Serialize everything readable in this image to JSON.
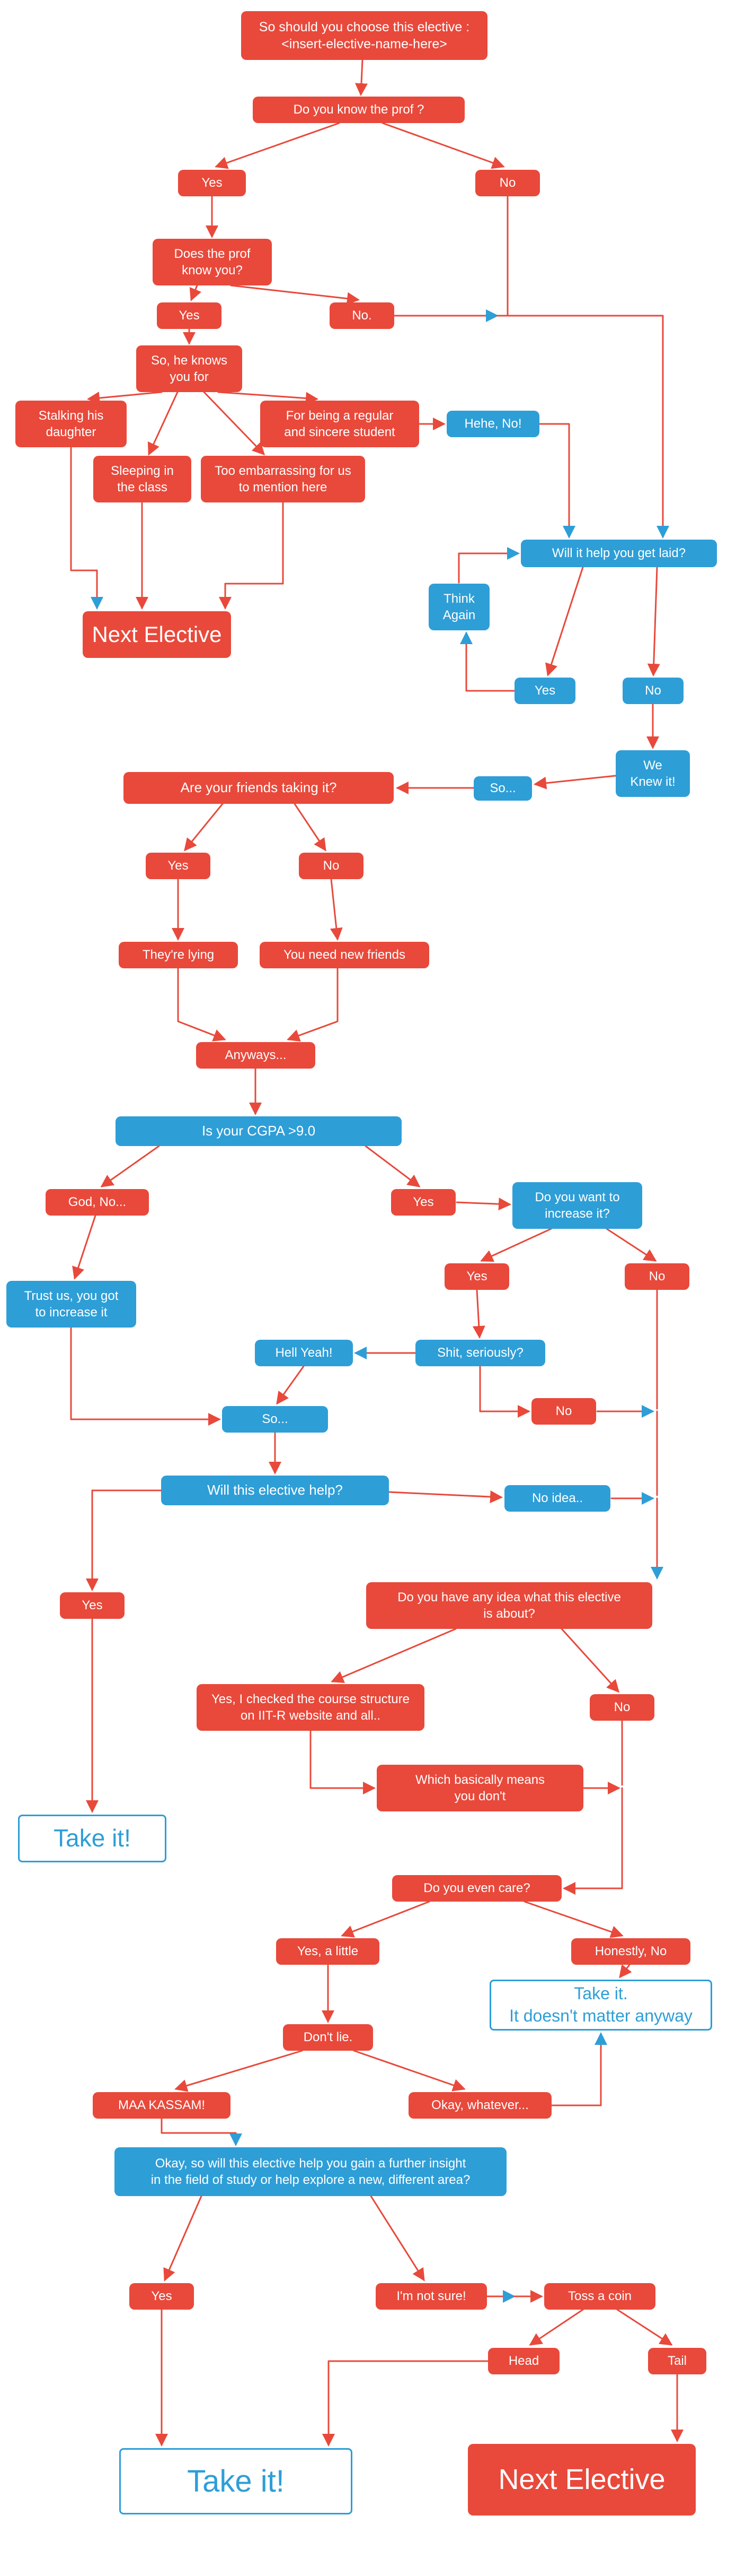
{
  "colors": {
    "red": "#e8493b",
    "blue": "#2e9ed7"
  },
  "nodes": {
    "title": {
      "label": "So should you choose this elective :\n<insert-elective-name-here>"
    },
    "know_prof": {
      "label": "Do you know the prof ?"
    },
    "yes1": {
      "label": "Yes"
    },
    "no1": {
      "label": "No"
    },
    "prof_know_you": {
      "label": "Does the prof\nknow you?"
    },
    "yes2": {
      "label": "Yes"
    },
    "no2": {
      "label": "No."
    },
    "knows_you_for": {
      "label": "So, he knows\nyou for"
    },
    "stalking": {
      "label": "Stalking his\ndaughter"
    },
    "regular": {
      "label": "For being a regular\nand sincere student"
    },
    "hehe_no": {
      "label": "Hehe, No!"
    },
    "sleeping": {
      "label": "Sleeping in\nthe class"
    },
    "embarrassing": {
      "label": "Too embarrassing for us\nto mention here"
    },
    "get_laid": {
      "label": "Will it help you get laid?"
    },
    "think_again": {
      "label": "Think\nAgain"
    },
    "next_elective_1": {
      "label": "Next Elective"
    },
    "yes_blue1": {
      "label": "Yes"
    },
    "no_blue1": {
      "label": "No"
    },
    "we_knew_it": {
      "label": "We\nKnew it!"
    },
    "so1": {
      "label": "So..."
    },
    "friends_taking": {
      "label": "Are your friends taking it?"
    },
    "yes3": {
      "label": "Yes"
    },
    "no3": {
      "label": "No"
    },
    "theyre_lying": {
      "label": "They're lying"
    },
    "new_friends": {
      "label": "You need new friends"
    },
    "anyways": {
      "label": "Anyways..."
    },
    "cgpa": {
      "label": "Is your CGPA >9.0"
    },
    "god_no": {
      "label": "God, No..."
    },
    "yes4": {
      "label": "Yes"
    },
    "increase_q": {
      "label": "Do you want to\nincrease it?"
    },
    "trust_us": {
      "label": "Trust us, you got\nto increase it"
    },
    "yes5": {
      "label": "Yes"
    },
    "no4": {
      "label": "No"
    },
    "hell_yeah": {
      "label": "Hell Yeah!"
    },
    "shit_seriously": {
      "label": "Shit, seriously?"
    },
    "no5": {
      "label": "No"
    },
    "so2": {
      "label": "So..."
    },
    "elective_help": {
      "label": "Will this elective help?"
    },
    "no_idea": {
      "label": "No idea.."
    },
    "yes6": {
      "label": "Yes"
    },
    "any_idea": {
      "label": "Do you have any idea what this elective\nis about?"
    },
    "checked": {
      "label": "Yes, I checked the course structure\non IIT-R website and all.."
    },
    "no6": {
      "label": "No"
    },
    "basically": {
      "label": "Which basically means\nyou don't"
    },
    "take_it_1": {
      "label": "Take it!"
    },
    "even_care": {
      "label": "Do you even care?"
    },
    "yes_little": {
      "label": "Yes, a little"
    },
    "honestly_no": {
      "label": "Honestly, No"
    },
    "dont_lie": {
      "label": "Don't lie."
    },
    "take_it_2": {
      "label": "Take it.\nIt doesn't matter anyway"
    },
    "maa_kassam": {
      "label": "MAA KASSAM!"
    },
    "okay_whatever": {
      "label": "Okay, whatever..."
    },
    "big_q": {
      "label": "Okay, so will this elective help you gain a further insight\nin the field of study or help explore a new, different area?"
    },
    "yes7": {
      "label": "Yes"
    },
    "not_sure": {
      "label": "I'm not sure!"
    },
    "toss_coin": {
      "label": "Toss a coin"
    },
    "head": {
      "label": "Head"
    },
    "tail": {
      "label": "Tail"
    },
    "take_it_3": {
      "label": "Take it!"
    },
    "next_elective_2": {
      "label": "Next Elective"
    }
  },
  "edges": [
    {
      "from": "title",
      "to": "know_prof"
    },
    {
      "from": "know_prof",
      "to": "yes1"
    },
    {
      "from": "know_prof",
      "to": "no1"
    },
    {
      "from": "yes1",
      "to": "prof_know_you"
    },
    {
      "from": "prof_know_you",
      "to": "yes2"
    },
    {
      "from": "prof_know_you",
      "to": "no2"
    },
    {
      "from": "yes2",
      "to": "knows_you_for"
    },
    {
      "from": "knows_you_for",
      "to": "stalking"
    },
    {
      "from": "knows_you_for",
      "to": "sleeping"
    },
    {
      "from": "knows_you_for",
      "to": "embarrassing"
    },
    {
      "from": "knows_you_for",
      "to": "regular"
    },
    {
      "from": "regular",
      "to": "hehe_no"
    },
    {
      "from": "hehe_no",
      "to": "get_laid"
    },
    {
      "from": "no1",
      "to": "get_laid"
    },
    {
      "from": "no2",
      "to": "get_laid"
    },
    {
      "from": "stalking",
      "to": "next_elective_1"
    },
    {
      "from": "sleeping",
      "to": "next_elective_1"
    },
    {
      "from": "embarrassing",
      "to": "next_elective_1"
    },
    {
      "from": "get_laid",
      "to": "yes_blue1"
    },
    {
      "from": "get_laid",
      "to": "no_blue1"
    },
    {
      "from": "yes_blue1",
      "to": "think_again"
    },
    {
      "from": "think_again",
      "to": "get_laid"
    },
    {
      "from": "no_blue1",
      "to": "we_knew_it"
    },
    {
      "from": "we_knew_it",
      "to": "so1"
    },
    {
      "from": "so1",
      "to": "friends_taking"
    },
    {
      "from": "friends_taking",
      "to": "yes3"
    },
    {
      "from": "friends_taking",
      "to": "no3"
    },
    {
      "from": "yes3",
      "to": "theyre_lying"
    },
    {
      "from": "no3",
      "to": "new_friends"
    },
    {
      "from": "theyre_lying",
      "to": "anyways"
    },
    {
      "from": "new_friends",
      "to": "anyways"
    },
    {
      "from": "anyways",
      "to": "cgpa"
    },
    {
      "from": "cgpa",
      "to": "god_no"
    },
    {
      "from": "cgpa",
      "to": "yes4"
    },
    {
      "from": "yes4",
      "to": "increase_q"
    },
    {
      "from": "god_no",
      "to": "trust_us"
    },
    {
      "from": "trust_us",
      "to": "so2"
    },
    {
      "from": "increase_q",
      "to": "yes5"
    },
    {
      "from": "increase_q",
      "to": "no4"
    },
    {
      "from": "yes5",
      "to": "shit_seriously"
    },
    {
      "from": "shit_seriously",
      "to": "hell_yeah"
    },
    {
      "from": "shit_seriously",
      "to": "no5"
    },
    {
      "from": "hell_yeah",
      "to": "so2"
    },
    {
      "from": "so2",
      "to": "elective_help"
    },
    {
      "from": "no4",
      "to": "any_idea"
    },
    {
      "from": "no5",
      "to": "any_idea"
    },
    {
      "from": "no_idea",
      "to": "any_idea"
    },
    {
      "from": "elective_help",
      "to": "no_idea"
    },
    {
      "from": "elective_help",
      "to": "yes6"
    },
    {
      "from": "yes6",
      "to": "take_it_1"
    },
    {
      "from": "any_idea",
      "to": "checked"
    },
    {
      "from": "any_idea",
      "to": "no6"
    },
    {
      "from": "checked",
      "to": "basically"
    },
    {
      "from": "basically",
      "to": "even_care"
    },
    {
      "from": "no6",
      "to": "even_care"
    },
    {
      "from": "even_care",
      "to": "yes_little"
    },
    {
      "from": "even_care",
      "to": "honestly_no"
    },
    {
      "from": "honestly_no",
      "to": "take_it_2"
    },
    {
      "from": "yes_little",
      "to": "dont_lie"
    },
    {
      "from": "dont_lie",
      "to": "maa_kassam"
    },
    {
      "from": "dont_lie",
      "to": "okay_whatever"
    },
    {
      "from": "okay_whatever",
      "to": "take_it_2"
    },
    {
      "from": "maa_kassam",
      "to": "big_q"
    },
    {
      "from": "big_q",
      "to": "yes7"
    },
    {
      "from": "big_q",
      "to": "not_sure"
    },
    {
      "from": "yes7",
      "to": "take_it_3"
    },
    {
      "from": "not_sure",
      "to": "toss_coin"
    },
    {
      "from": "toss_coin",
      "to": "head"
    },
    {
      "from": "toss_coin",
      "to": "tail"
    },
    {
      "from": "head",
      "to": "take_it_3"
    },
    {
      "from": "tail",
      "to": "next_elective_2"
    }
  ]
}
